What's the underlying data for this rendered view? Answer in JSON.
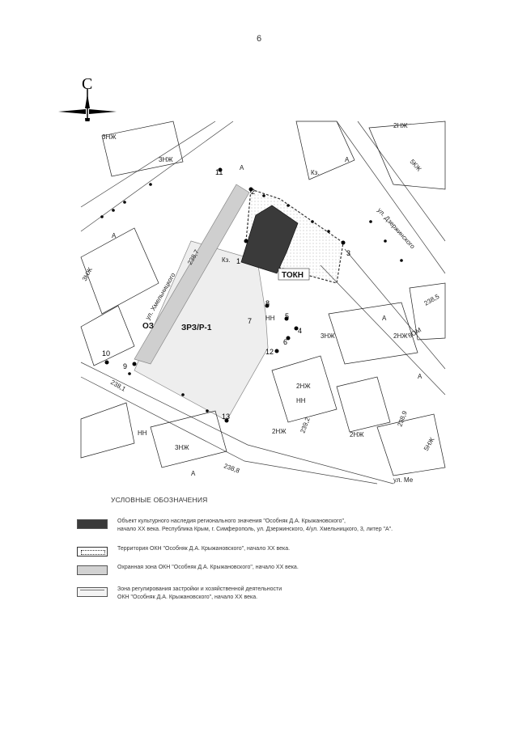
{
  "page_number": "6",
  "compass": {
    "label": "С"
  },
  "map": {
    "zones": {
      "tokn": "ТОКН",
      "oz": "ОЗ",
      "zrz": "ЗРЗ/Р-1"
    },
    "streets": {
      "khmelnitskogo": "ул. Хмельницкого",
      "dzerzhinskogo": "ул. Дзержинского",
      "me_fragment": "ул. Ме"
    },
    "building_labels": [
      "3НЖ",
      "3НЖ",
      "3НЖ",
      "3НЖ",
      "3НЖ",
      "2НЖ",
      "2НЖ",
      "2НЖ",
      "2НЖ",
      "2НЖ",
      "5КЖ",
      "5НЖ",
      "НН",
      "НН",
      "НН",
      "А",
      "А",
      "А",
      "А",
      "А",
      "А",
      "Кз.",
      "Кз.",
      "8ОМ"
    ],
    "elevations": [
      "238,7",
      "238,1",
      "238,8",
      "239,2",
      "238,9",
      "238,5"
    ],
    "points": [
      "1",
      "2",
      "3",
      "4",
      "5",
      "6",
      "7",
      "8",
      "9",
      "10",
      "11",
      "12",
      "13"
    ]
  },
  "legend": {
    "title": "УСЛОВНЫЕ ОБОЗНАЧЕНИЯ",
    "items": [
      {
        "swatch": "okn",
        "lines": [
          "Объект культурного наследия регионального значения \"Особняк Д.А. Крыжановского\",",
          "начало XX века. Республика Крым, г. Симферополь, ул. Дзержинского, 4/ул. Хмельницкого, 3, литер \"А\"."
        ]
      },
      {
        "swatch": "territory",
        "lines": [
          "Территория ОКН \"Особняк Д.А. Крыжановского\", начало XX века."
        ]
      },
      {
        "swatch": "protection",
        "lines": [
          "Охранная зона ОКН \"Особняк Д.А. Крыжановского\", начало XX века."
        ]
      },
      {
        "swatch": "regulation",
        "lines": [
          "Зона регулирования застройки и хозяйственной деятельности",
          "ОКН \"Особняк Д.А. Крыжановского\", начало XX века."
        ]
      }
    ]
  }
}
